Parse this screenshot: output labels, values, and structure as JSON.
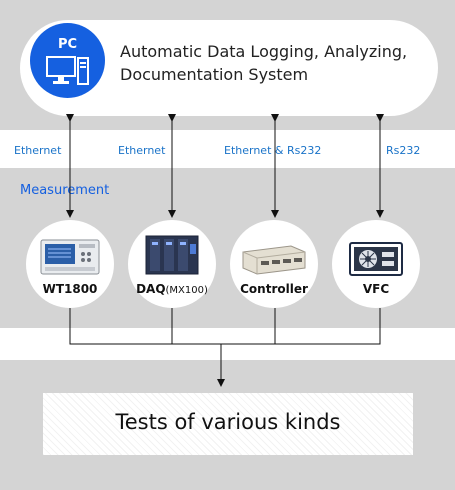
{
  "pc": {
    "label": "PC",
    "title_line1": "Automatic Data Logging, Analyzing,",
    "title_line2": "Documentation System",
    "icon": "desktop-computer-icon"
  },
  "connections": [
    {
      "label": "Ethernet"
    },
    {
      "label": "Ethernet"
    },
    {
      "label": "Ethernet & Rs232"
    },
    {
      "label": "Rs232"
    }
  ],
  "measurement": {
    "label": "Measurement",
    "devices": [
      {
        "label": "WT1800",
        "icon": "power-analyzer-icon"
      },
      {
        "label": "DAQ",
        "label_suffix": "(MX100)",
        "icon": "daq-unit-icon"
      },
      {
        "label": "Controller",
        "icon": "controller-box-icon"
      },
      {
        "label": "VFC",
        "icon": "vfc-unit-icon"
      }
    ]
  },
  "tests": {
    "label": "Tests of various kinds"
  },
  "colors": {
    "accent": "#1560e0",
    "link_text": "#1a73c8",
    "band": "#d4d4d4"
  }
}
